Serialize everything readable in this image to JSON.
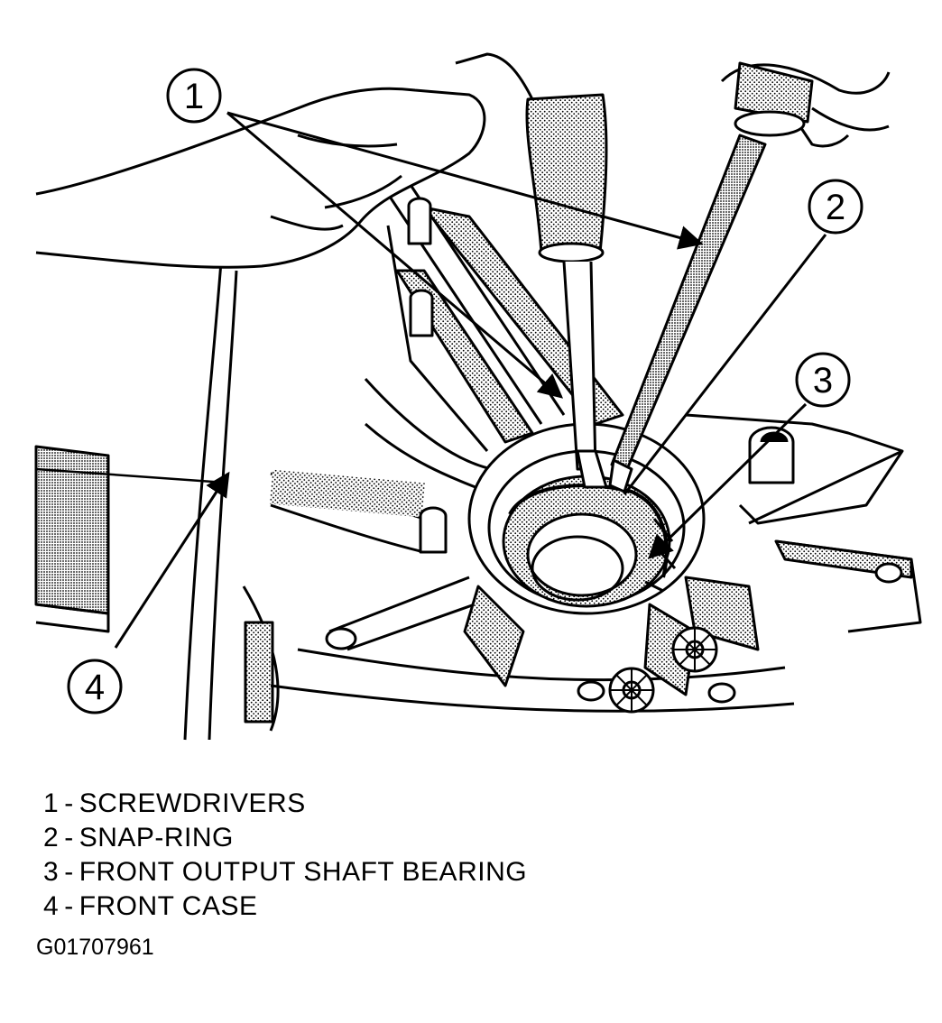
{
  "callouts": [
    {
      "number": "1",
      "label": "SCREWDRIVERS"
    },
    {
      "number": "2",
      "label": "SNAP-RING"
    },
    {
      "number": "3",
      "label": "FRONT OUTPUT SHAFT BEARING"
    },
    {
      "number": "4",
      "label": "FRONT CASE"
    }
  ],
  "legend_separator": "-",
  "figure_id": "G01707961"
}
